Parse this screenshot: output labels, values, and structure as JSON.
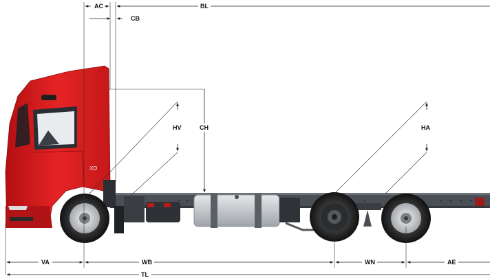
{
  "dimensions": {
    "ac": "AC",
    "bl": "BL",
    "cb": "CB",
    "hv": "HV",
    "ch": "CH",
    "ha": "HA",
    "va": "VA",
    "wb": "WB",
    "wn": "WN",
    "ae": "AE",
    "tl": "TL"
  },
  "truck": {
    "badge": "XD",
    "cab_color": "#d81e1e",
    "chassis_color": "#4a4f55",
    "tank_color": "#c9ccd0"
  }
}
